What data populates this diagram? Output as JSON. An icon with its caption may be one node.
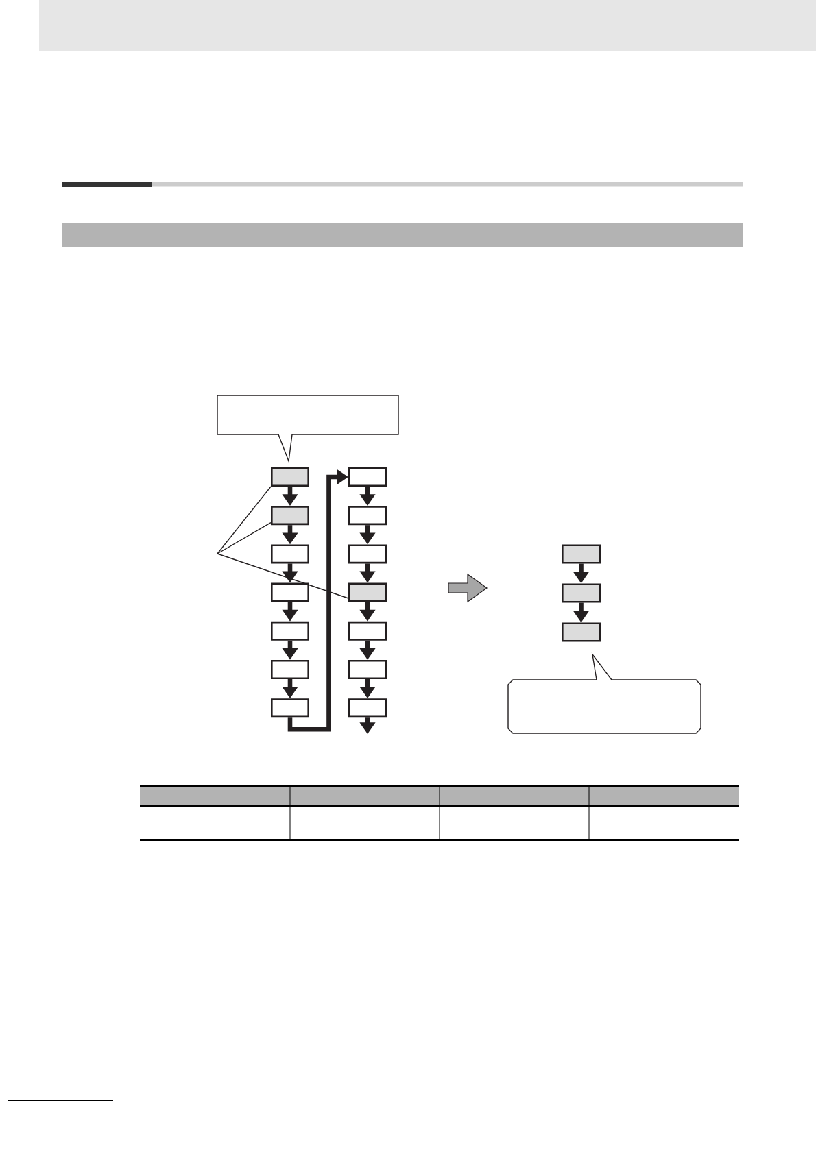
{
  "diagram": {
    "nodes": [
      {
        "text": [],
        "shape": "band"
      },
      {
        "text": [],
        "shape": "callout"
      },
      {
        "text": [],
        "shape": "box"
      },
      {
        "text": [],
        "shape": "box"
      },
      {
        "text": [],
        "shape": "box"
      },
      {
        "text": [],
        "shape": "box"
      },
      {
        "text": [],
        "shape": "box"
      },
      {
        "text": [],
        "shape": "box"
      },
      {
        "text": [],
        "shape": "box"
      },
      {
        "text": [],
        "shape": "box"
      },
      {
        "text": [],
        "shape": "box"
      },
      {
        "text": [],
        "shape": "box"
      },
      {
        "text": [],
        "shape": "box"
      },
      {
        "text": [],
        "shape": "box"
      },
      {
        "text": [],
        "shape": "box"
      },
      {
        "text": [],
        "shape": "box"
      },
      {
        "text": [],
        "shape": "box"
      },
      {
        "text": [],
        "shape": "box"
      },
      {
        "text": [],
        "shape": "box"
      },
      {
        "text": [],
        "shape": "callout"
      }
    ],
    "edges": [
      {
        "from": 2,
        "to": 3,
        "arrow": "to"
      },
      {
        "from": 3,
        "to": 4,
        "arrow": "to"
      },
      {
        "from": 4,
        "to": 5,
        "arrow": "to"
      },
      {
        "from": 5,
        "to": 6,
        "arrow": "to"
      },
      {
        "from": 6,
        "to": 7,
        "arrow": "to"
      },
      {
        "from": 7,
        "to": 8,
        "arrow": "to"
      },
      {
        "from": 8,
        "to": 9,
        "arrow": "to"
      },
      {
        "from": 9,
        "to": 10,
        "arrow": "to"
      },
      {
        "from": 10,
        "to": 11,
        "arrow": "to"
      },
      {
        "from": 11,
        "to": 12,
        "arrow": "to"
      },
      {
        "from": 12,
        "to": 13,
        "arrow": "to"
      },
      {
        "from": 13,
        "to": 14,
        "arrow": "to"
      },
      {
        "from": 14,
        "to": 15,
        "arrow": "to"
      },
      {
        "from": 15,
        "to": null,
        "arrow": "to"
      },
      {
        "from": 16,
        "to": 17,
        "arrow": "to"
      },
      {
        "from": 17,
        "to": 18,
        "arrow": "to"
      },
      {
        "from": null,
        "to": 2,
        "arrow": "none"
      },
      {
        "from": null,
        "to": 3,
        "arrow": "none"
      },
      {
        "from": null,
        "to": 12,
        "arrow": "none"
      }
    ]
  }
}
